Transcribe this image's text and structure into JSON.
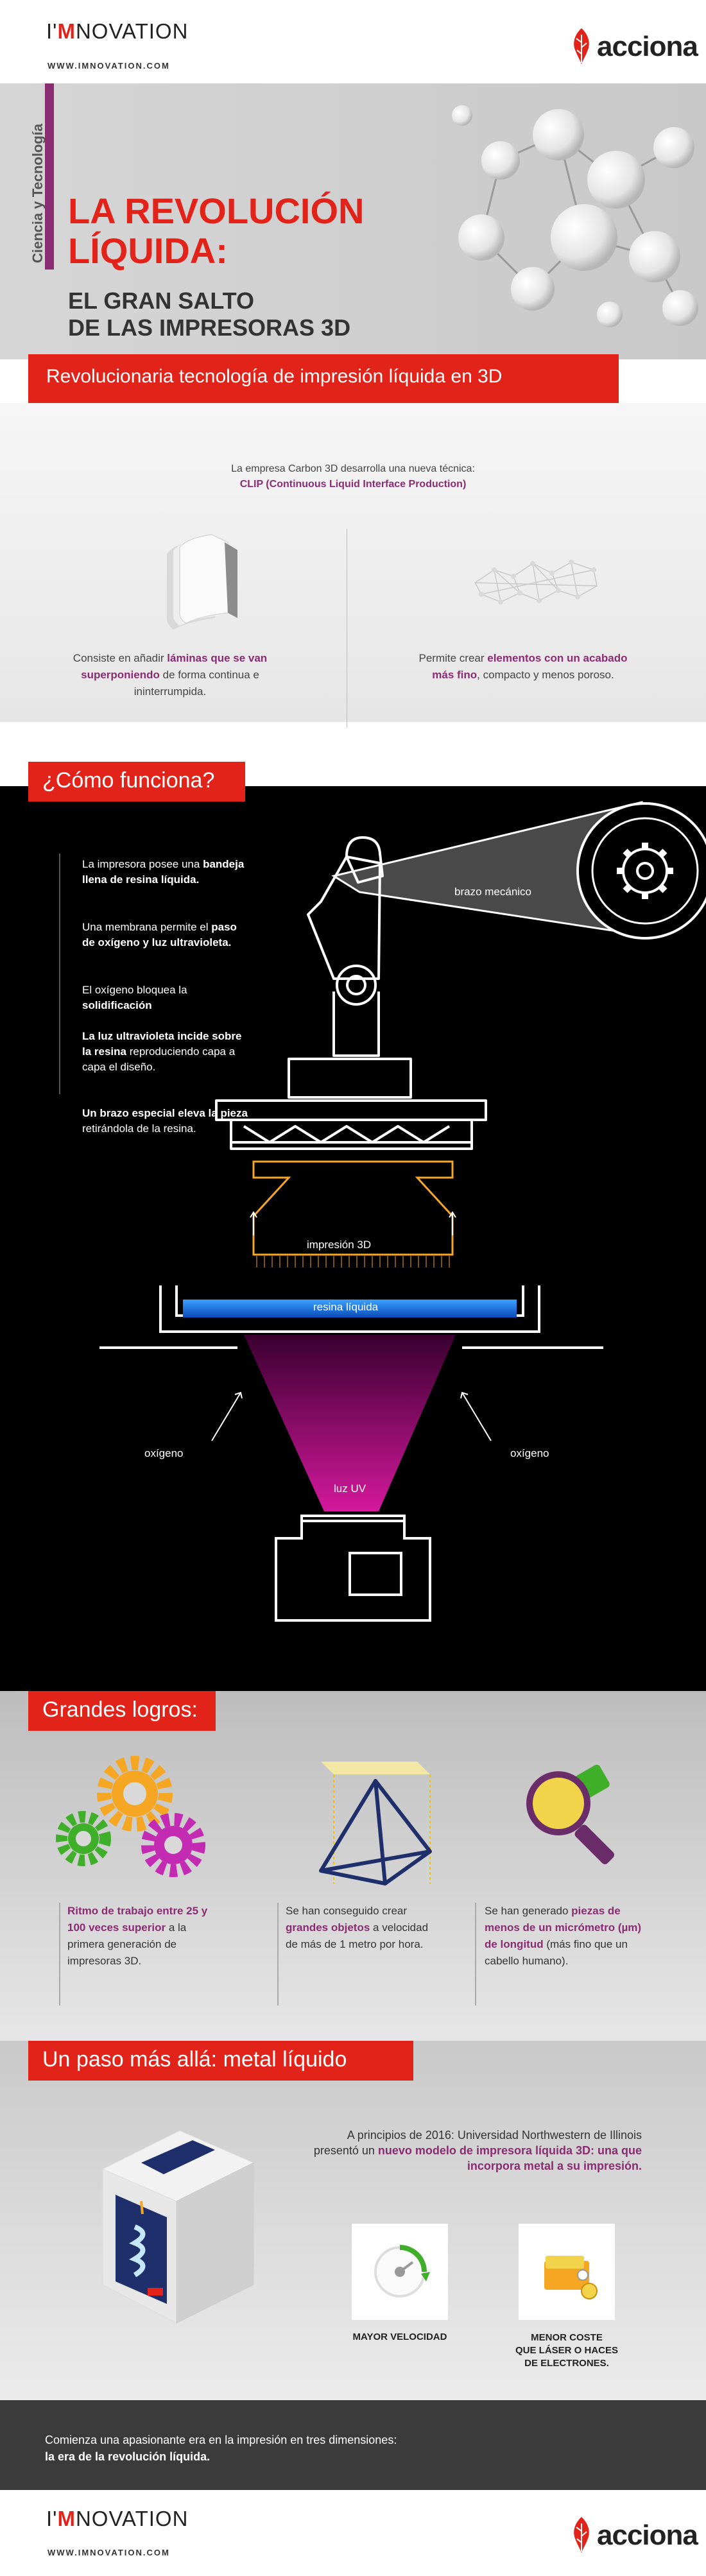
{
  "header": {
    "brand_prefix": "I'",
    "brand_m": "M",
    "brand_suffix": "NOVATION",
    "url": "WWW.IMNOVATION.COM",
    "partner": "acciona"
  },
  "hero": {
    "category": "Ciencia y Tecnología",
    "title_line1": "LA REVOLUCIÓN",
    "title_line2": "LÍQUIDA:",
    "subtitle_line1": "EL GRAN SALTO",
    "subtitle_line2": "DE LAS IMPRESORAS 3D"
  },
  "intro": {
    "banner": "Revolucionaria tecnología de impresión líquida en 3D",
    "text_line1": "La empresa Carbon 3D desarrolla una nueva técnica:",
    "text_line2": "CLIP (Continuous Liquid Interface Production)",
    "left_a": "Consiste en añadir ",
    "left_b": "láminas que se van superponiendo",
    "left_c": " de forma continua e ininterrumpida.",
    "right_a": "Permite crear ",
    "right_b": "elementos con un acabado más fino",
    "right_c": ", compacto y menos poroso."
  },
  "how": {
    "title": "¿Cómo funciona?",
    "step1_a": "La impresora posee una ",
    "step1_b": "bandeja llena de resina líquida.",
    "step2_a": "Una membrana permite el ",
    "step2_b": "paso de oxígeno y luz ultravioleta.",
    "step3_a": "El oxígeno bloquea la ",
    "step3_b": "solidificación",
    "step4_a": "La luz ultravioleta incide sobre la resina",
    "step4_b": " reproduciendo capa a capa el diseño.",
    "step5_a": "Un brazo especial eleva la pieza",
    "step5_b": " retirándola de la resina.",
    "label_arm": "brazo mecánico",
    "label_print": "impresión 3D",
    "label_resin": "resina líquida",
    "label_uv": "luz UV",
    "label_oxygen_left": "oxígeno",
    "label_oxygen_right": "oxígeno"
  },
  "achievements": {
    "title": "Grandes logros:",
    "a1_b": "Ritmo de trabajo entre 25 y 100 veces superior",
    "a1_c": " a la primera generación de impresoras 3D.",
    "a2_a": "Se han conseguido crear ",
    "a2_b": "grandes objetos",
    "a2_c": " a velocidad de más de 1 metro por hora.",
    "a3_a": "Se han generado ",
    "a3_b": "piezas de menos de un micrómetro (µm) de longitud",
    "a3_c": " (más fino que un cabello humano)."
  },
  "metal": {
    "title": "Un paso más allá: metal líquido",
    "text_a": "A principios de 2016: Universidad Northwestern de Illinois presentó un ",
    "text_b": "nuevo modelo de impresora líquida 3D: una que incorpora metal a su impresión.",
    "speed_label": "MAYOR VELOCIDAD",
    "cost_label_1": "MENOR COSTE",
    "cost_label_2": "QUE LÁSER O HACES",
    "cost_label_3": "DE ELECTRONES."
  },
  "closing": {
    "line1": "Comienza una apasionante era en la impresión en tres dimensiones:",
    "line2": "la era de la revolución líquida."
  },
  "colors": {
    "accent": "#e2231a",
    "highlight": "#8a2c72",
    "uv": "#c0188c",
    "resin": "#1e6fd9"
  }
}
